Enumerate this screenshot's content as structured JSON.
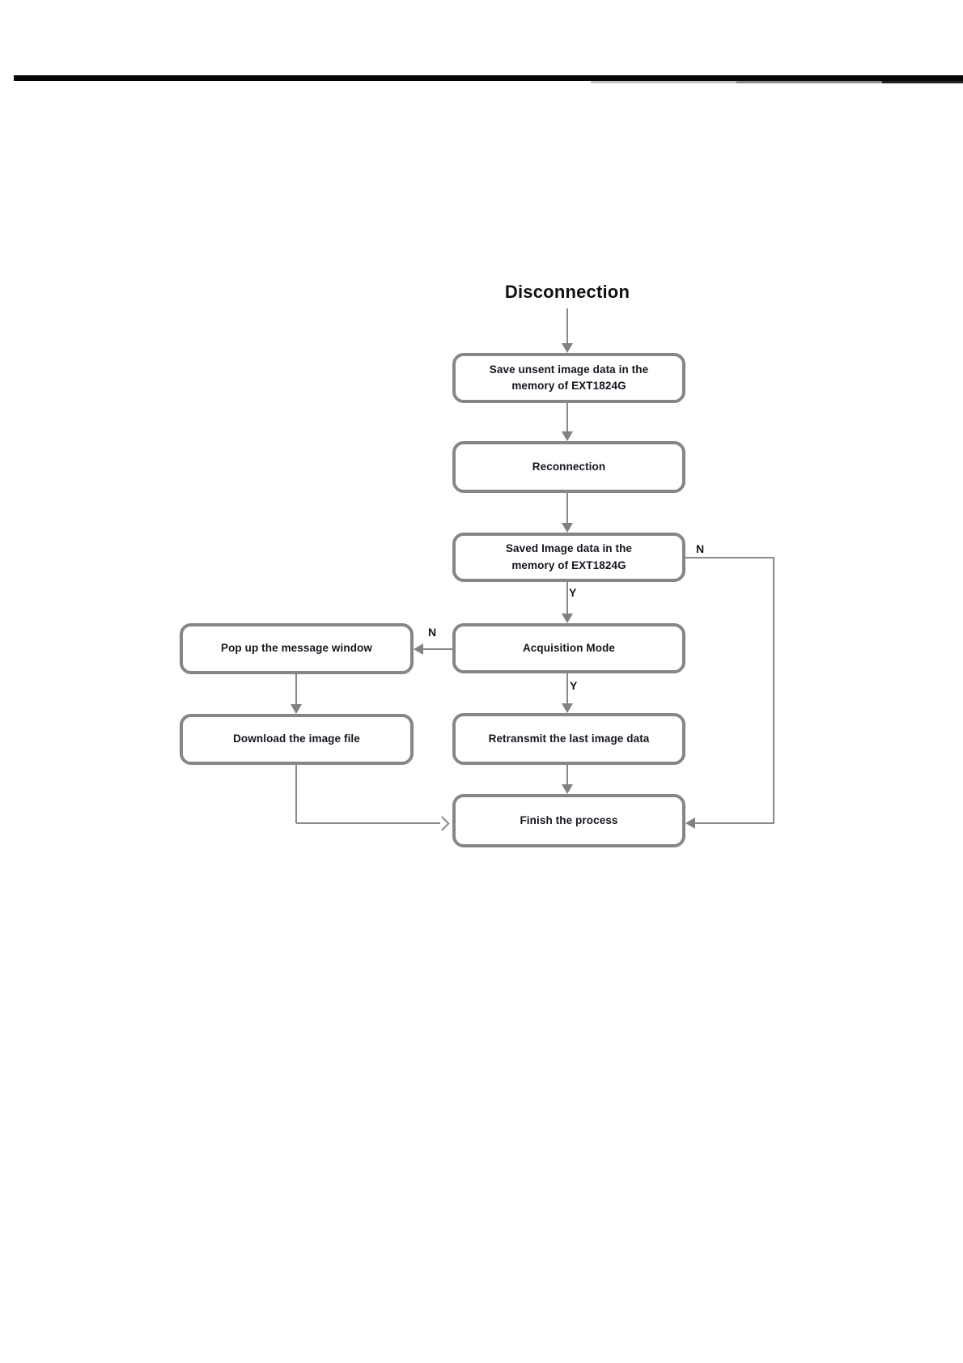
{
  "document": {
    "flowchart": {
      "title": "Disconnection",
      "nodes": {
        "save_unsent": "Save unsent image data in the\nmemory of EXT1824G",
        "reconnection": "Reconnection",
        "saved_image_check": "Saved Image data in the\nmemory of EXT1824G",
        "acquisition_mode": "Acquisition Mode",
        "popup_message": "Pop up the message window",
        "download_image": "Download the image file",
        "retransmit_last": "Retransmit the last image data",
        "finish_process": "Finish the process"
      },
      "branch_labels": {
        "saved_image_no": "N",
        "saved_image_yes": "Y",
        "acquisition_no": "N",
        "acquisition_yes": "Y"
      },
      "colors": {
        "header_bar": "#060606",
        "node_border": "#868686",
        "connector": "#8a8a8a",
        "node_text": "#15151f"
      }
    }
  }
}
